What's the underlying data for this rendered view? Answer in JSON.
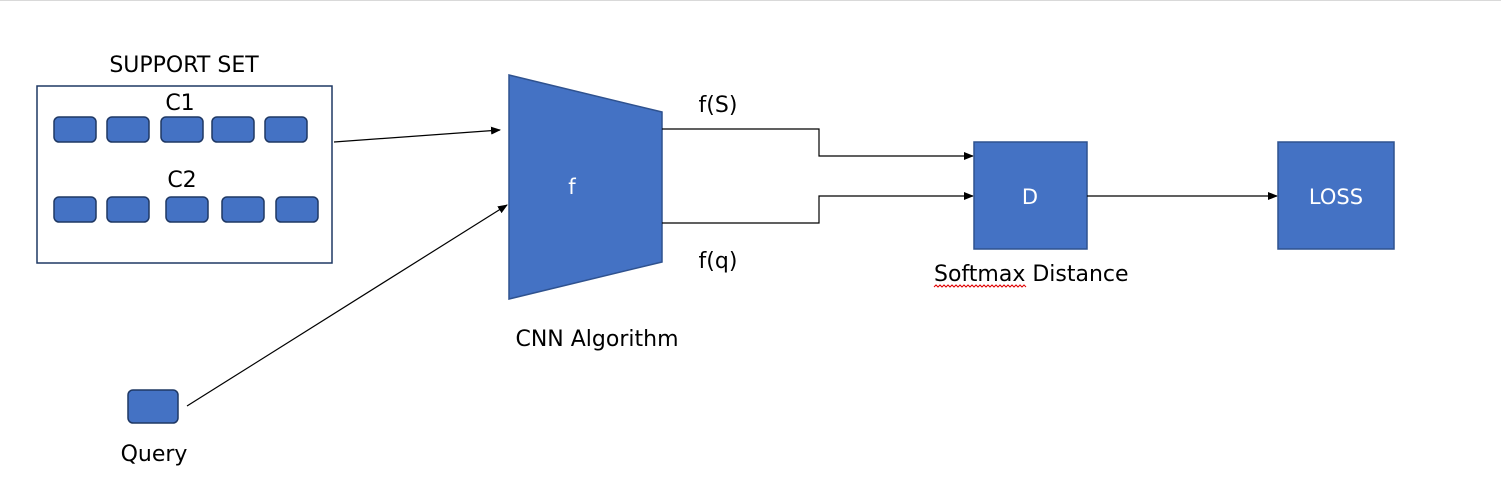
{
  "support_set": {
    "title": "SUPPORT SET",
    "class_1_label": "C1",
    "class_2_label": "C2",
    "class_1_item_count": 5,
    "class_2_item_count": 5
  },
  "query": {
    "label": "Query"
  },
  "encoder": {
    "symbol": "f",
    "caption": "CNN Algorithm",
    "output_support_label": "f(S)",
    "output_query_label": "f(q)"
  },
  "distance": {
    "symbol": "D",
    "caption_word_1": "Softmax",
    "caption_word_2": "Distance"
  },
  "loss": {
    "label": "LOSS"
  },
  "colors": {
    "block_fill": "#4472c4",
    "block_stroke": "#2f528f",
    "item_stroke": "#1f3864",
    "spellcheck_underline": "#e00000"
  }
}
